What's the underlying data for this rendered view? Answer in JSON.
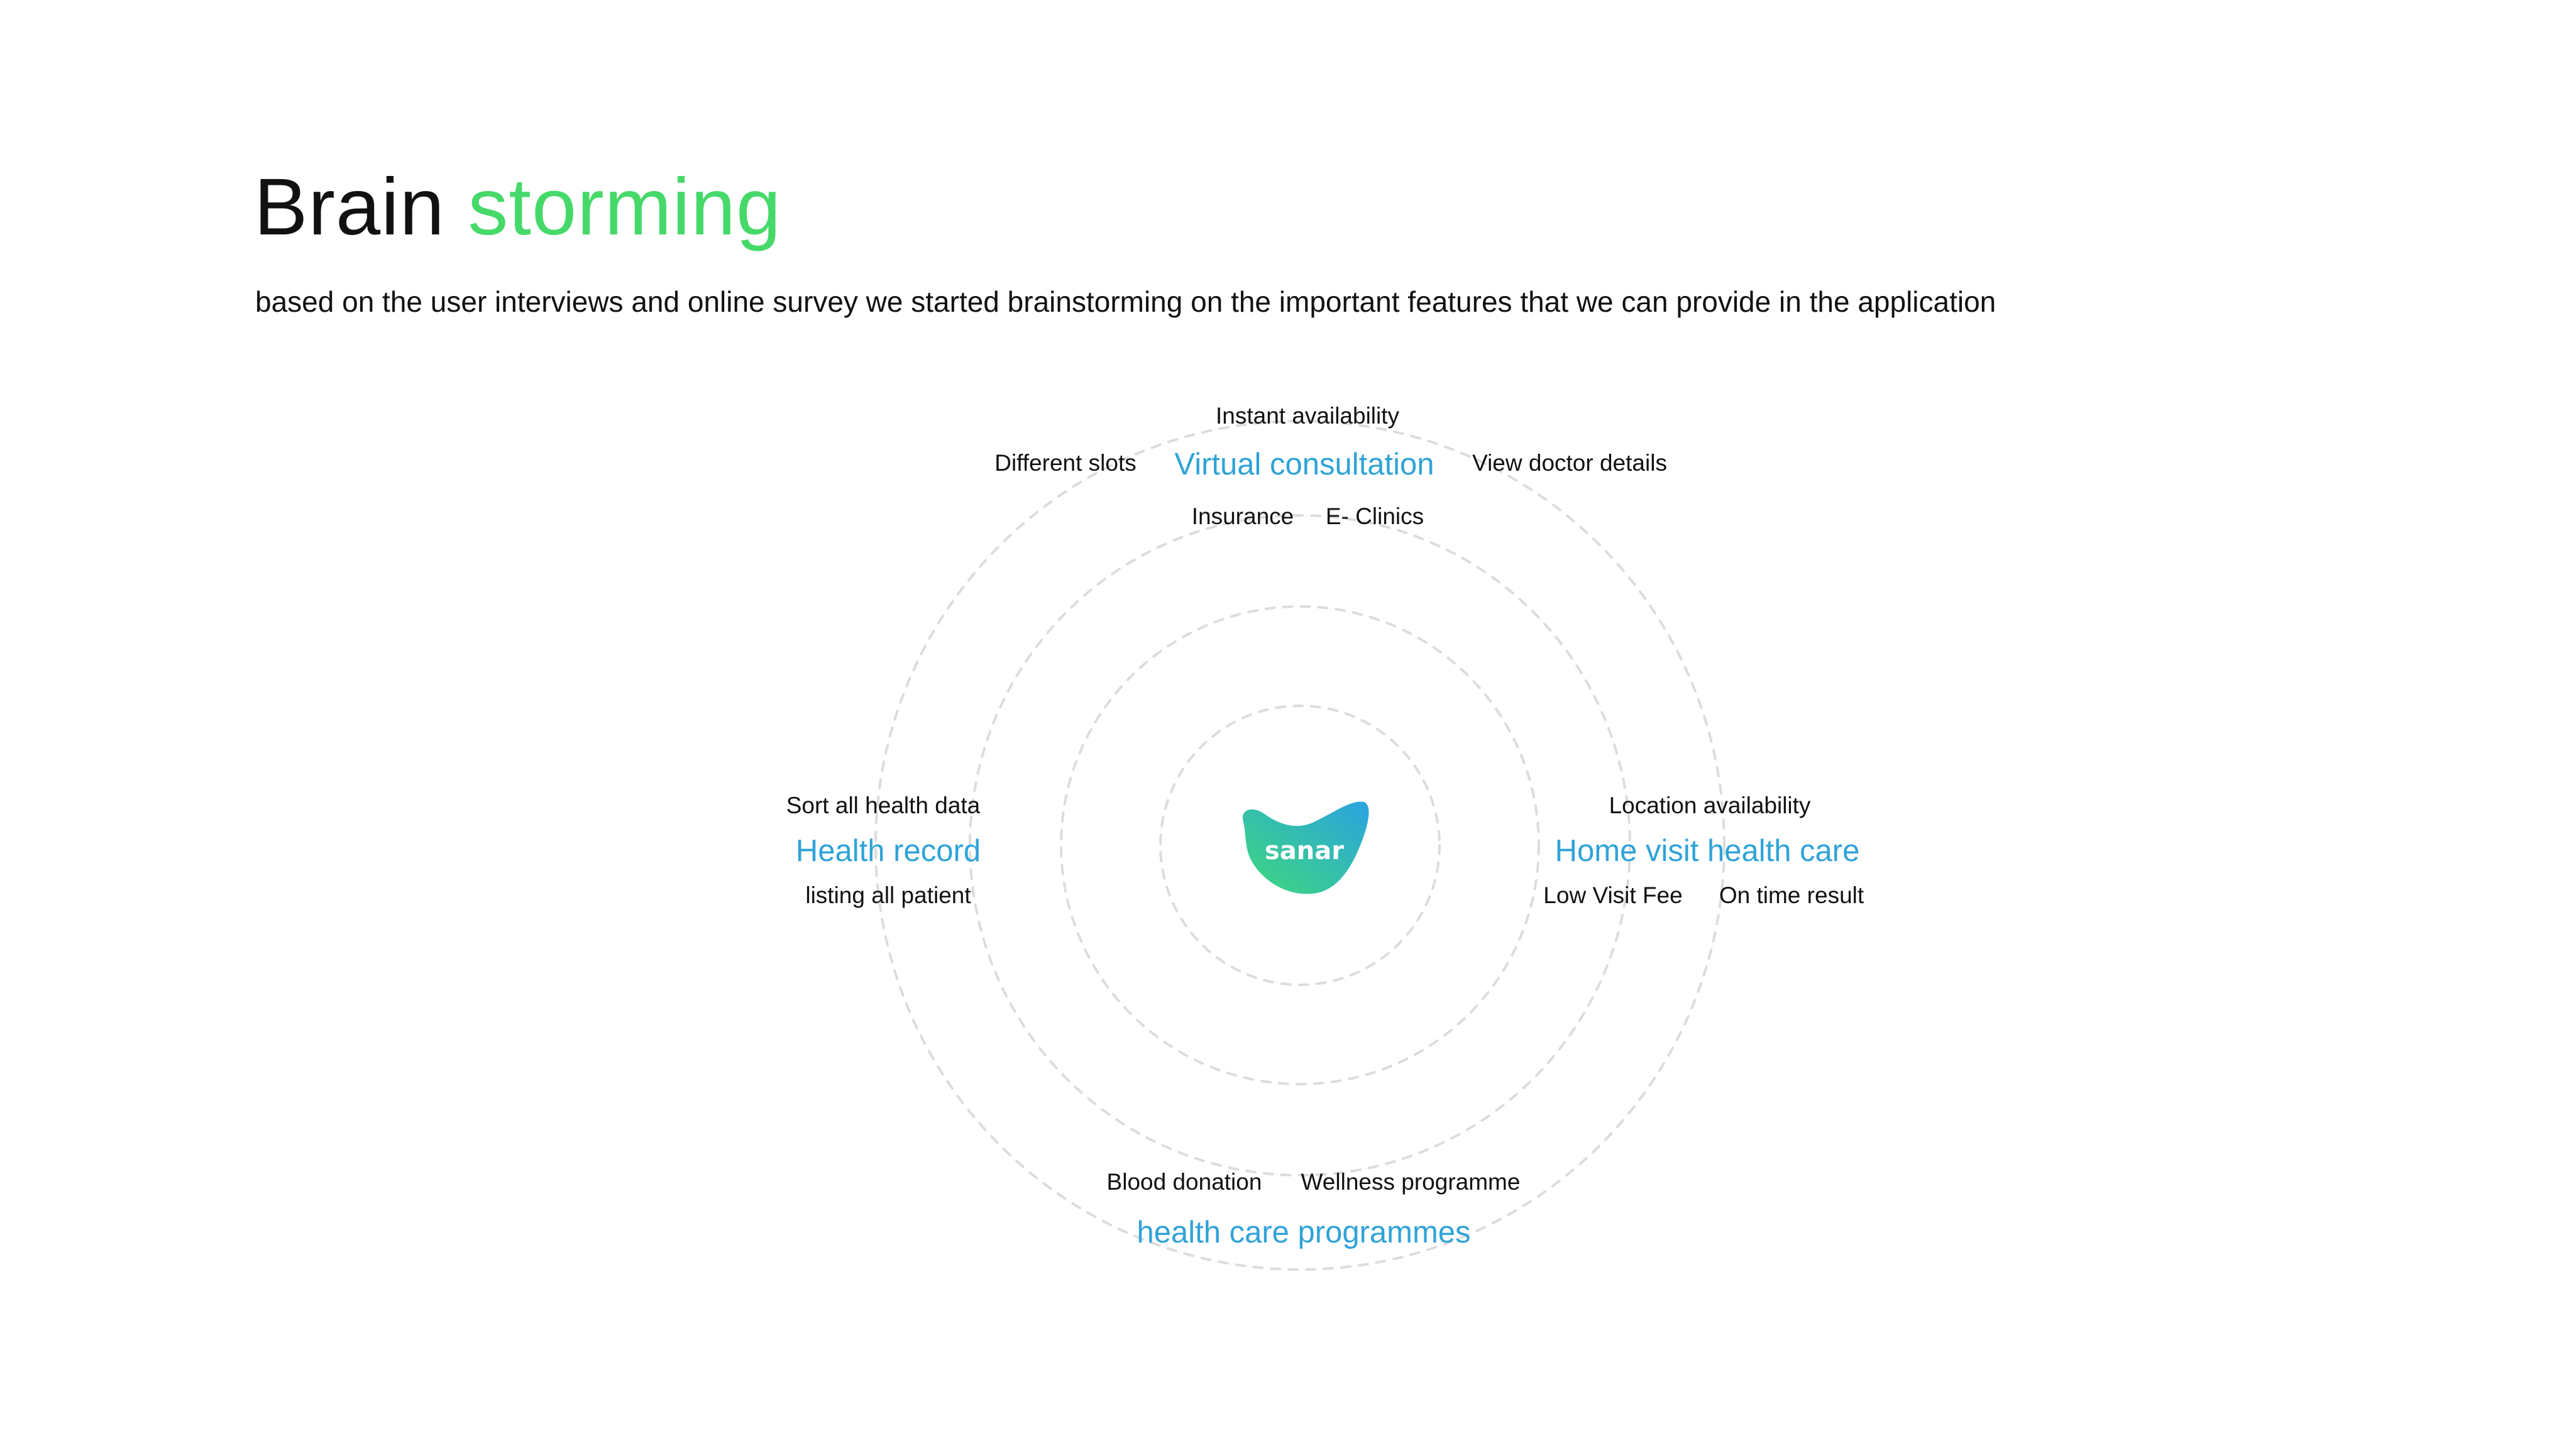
{
  "header": {
    "title_part1": "Brain",
    "title_part2": "storming",
    "description": "based on the user interviews and online survey we started brainstorming on the important features that we can provide in the application"
  },
  "center": {
    "logo_text": "sanar",
    "logo_colors": [
      "#3fd97a",
      "#2aa3e0"
    ]
  },
  "colors": {
    "accent_green": "#46d96a",
    "category_blue": "#2fa3d8",
    "ring_gray": "#dcdcdc"
  },
  "categories": {
    "virtual": {
      "label": "Virtual consultation",
      "features": [
        "Instant availability",
        "Different slots",
        "View doctor details",
        "Insurance",
        "E- Clinics"
      ]
    },
    "health_record": {
      "label": "Health record",
      "features": [
        "Sort all health data",
        "listing all patient"
      ]
    },
    "home_visit": {
      "label": "Home visit health care",
      "features": [
        "Location availability",
        "Low Visit Fee",
        "On time result"
      ]
    },
    "programmes": {
      "label": "health care programmes",
      "features": [
        "Blood donation",
        "Wellness programme"
      ]
    }
  }
}
